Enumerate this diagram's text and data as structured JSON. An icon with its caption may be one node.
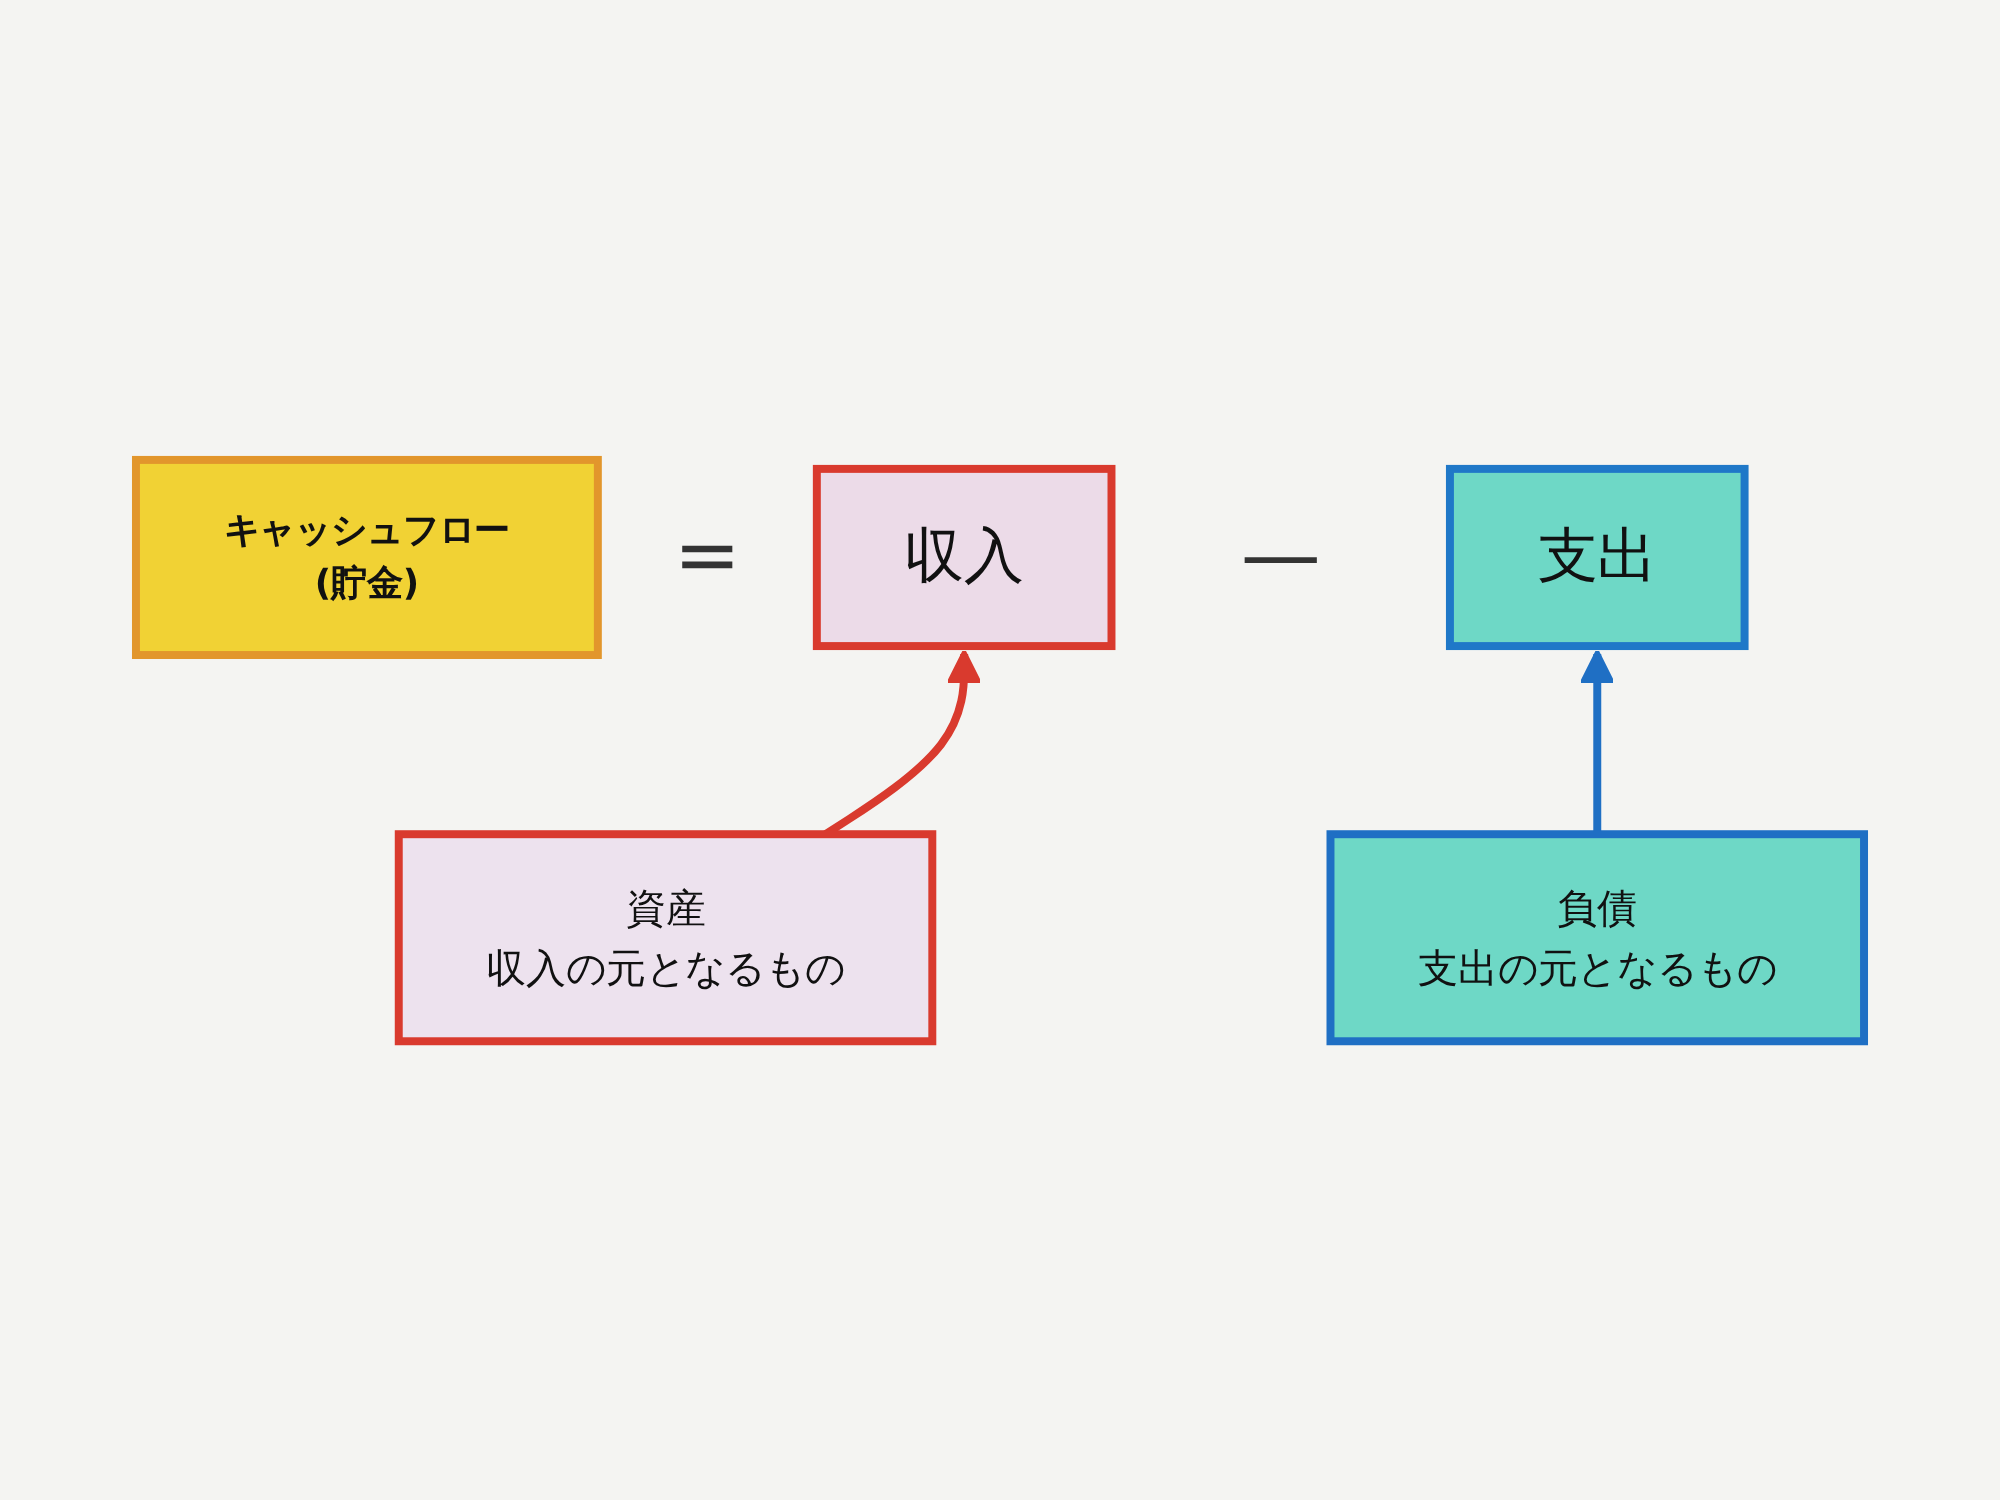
{
  "diagram": {
    "nodes": [
      {
        "text": [
          "キャッシュフロー",
          "(貯金)"
        ]
      },
      {
        "text": [
          "収入"
        ]
      },
      {
        "text": [
          "支出"
        ]
      },
      {
        "text": [
          "資産",
          "収入の元となるもの"
        ]
      },
      {
        "text": [
          "負債",
          "支出の元となるもの"
        ]
      }
    ],
    "edges": [
      {
        "from": 3,
        "to": 1,
        "arrow": "to",
        "color": "#d93a2e"
      },
      {
        "from": 4,
        "to": 2,
        "arrow": "to",
        "color": "#1f6fc4"
      }
    ],
    "labels": [
      "=",
      "—"
    ]
  }
}
